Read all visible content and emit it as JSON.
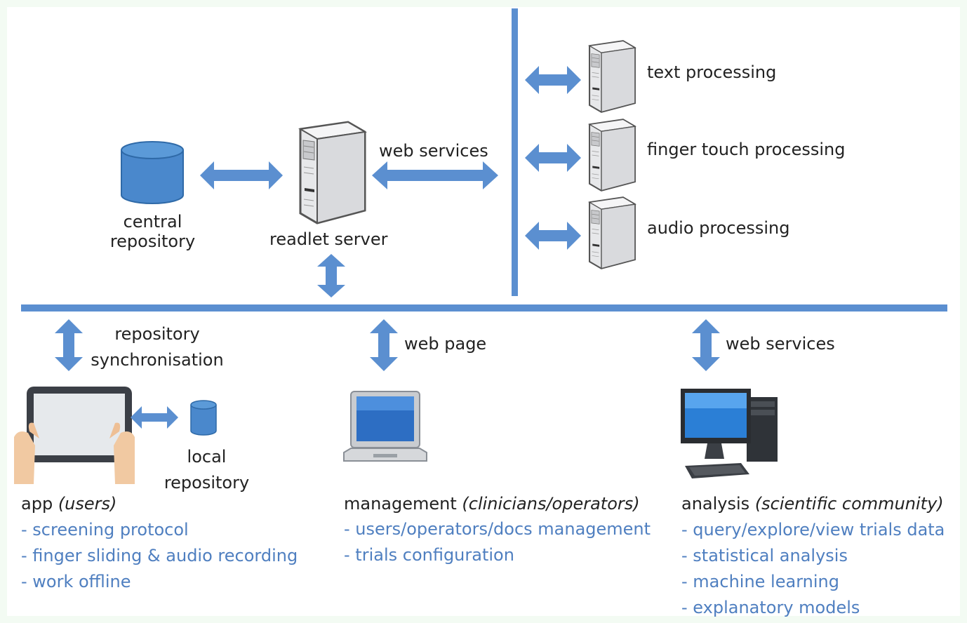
{
  "top": {
    "central_repository": [
      "central",
      "repository"
    ],
    "readlet_server": "readlet server",
    "web_services": "web services",
    "processing": [
      {
        "label": "text processing"
      },
      {
        "label": "finger touch processing"
      },
      {
        "label": "audio processing"
      }
    ]
  },
  "bottom": {
    "sync_label": [
      "repository",
      "synchronisation"
    ],
    "web_page": "web page",
    "web_services": "web services",
    "local_repository": [
      "local",
      "repository"
    ]
  },
  "app": {
    "title": "app ",
    "title_italic": "(users)",
    "items": [
      "- screening protocol",
      "- finger sliding & audio recording",
      "- work offline"
    ]
  },
  "management": {
    "title": "management ",
    "title_italic": "(clinicians/operators)",
    "items": [
      "- users/operators/docs management",
      "- trials configuration"
    ]
  },
  "analysis": {
    "title": "analysis ",
    "title_italic": "(scientific community)",
    "items": [
      "- query/explore/view trials data",
      "- statistical analysis",
      "- machine learning",
      "- explanatory models"
    ]
  },
  "colors": {
    "arrow": "#5b8fd0",
    "database": "#4a88cc",
    "list_text": "#4f7fc0"
  }
}
